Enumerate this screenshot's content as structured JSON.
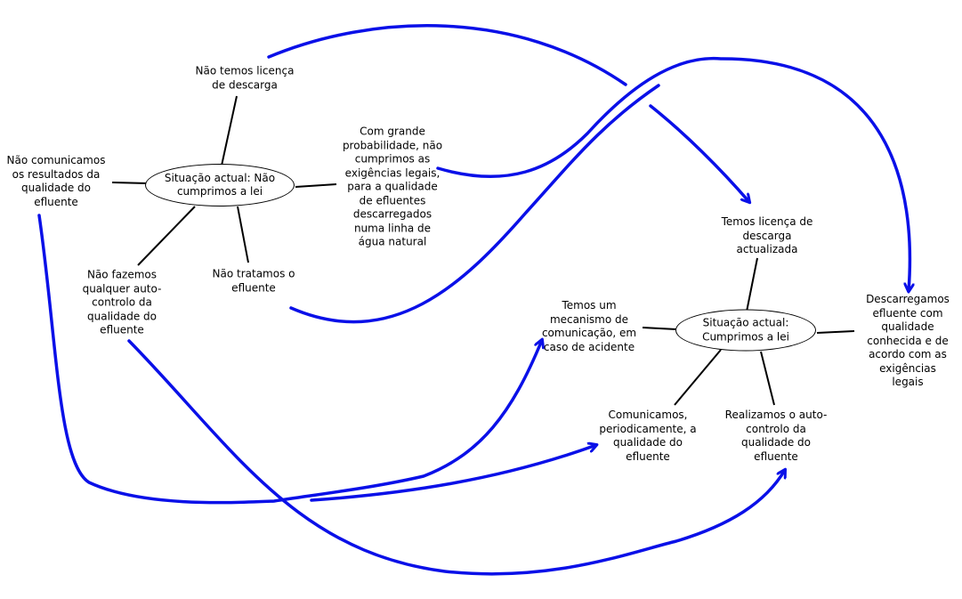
{
  "diagram": {
    "colors": {
      "arrow": "#0a10e8",
      "spoke": "#000000"
    },
    "current_hub": "Situação actual: Não\ncumprimos a lei",
    "current_nodes": {
      "no_license": "Não temos licença\nde descarga",
      "no_reporting": "Não comunicamos\nos resultados da\nqualidade do\nefluente",
      "no_compliance": "Com grande\nprobabilidade, não\ncumprimos as\nexigências legais,\npara a qualidade\nde efluentes\ndescarregados\nnuma linha de\nágua natural",
      "no_self_control": "Não fazemos\nqualquer auto-\ncontrolo da\nqualidade do\nefluente",
      "no_treatment": "Não tratamos o\nefluente"
    },
    "target_hub": "Situação actual:\nCumprimos a lei",
    "target_nodes": {
      "license_updated": "Temos licença de\ndescarga\nactualizada",
      "communication_mechanism": "Temos um\nmecanismo de\ncomunicação, em\ncaso de acidente",
      "known_quality": "Descarregamos\nefluente com\nqualidade\nconhecida e de\nacordo com as\nexigências legais",
      "periodic_reporting": "Comunicamos,\nperiodicamente, a\nqualidade do\nefluente",
      "self_control": "Realizamos o auto-\ncontrolo da\nqualidade do\nefluente"
    }
  }
}
